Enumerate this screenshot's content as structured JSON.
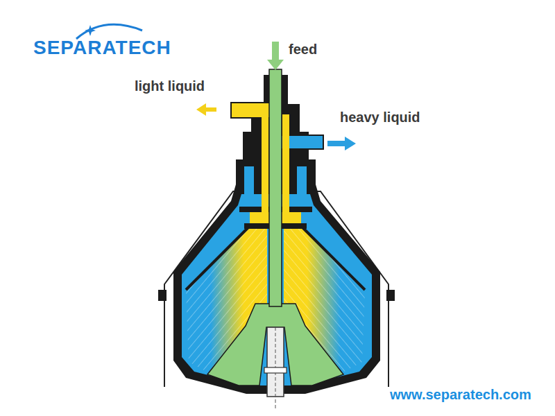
{
  "diagram": {
    "labels": [
      "SEPARATECH",
      "feed",
      "light liquid",
      "heavy liquid",
      "www.separatech.com"
    ]
  }
}
